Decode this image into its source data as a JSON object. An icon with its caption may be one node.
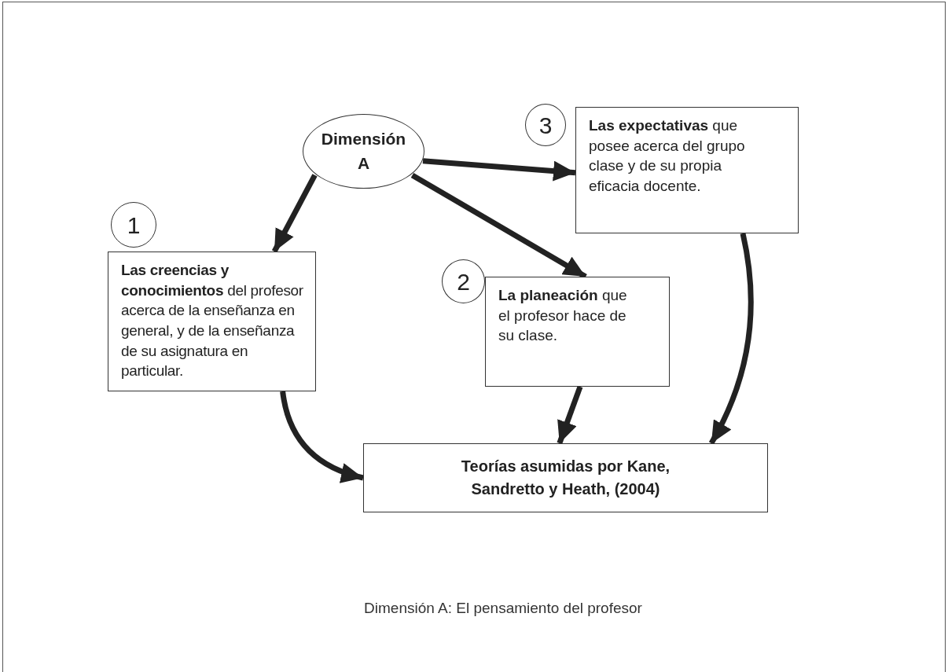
{
  "diagram": {
    "nodes": [
      {
        "text": [
          "Dimensión A"
        ]
      },
      {
        "text": [
          "1"
        ]
      },
      {
        "text": [
          "**Las creencias y conocimientos** del profesor acerca de la enseñanza en general, y de la enseñanza de su asignatura en particular."
        ]
      },
      {
        "text": [
          "2"
        ]
      },
      {
        "text": [
          "**La planeación** que el profesor hace de su clase."
        ]
      },
      {
        "text": [
          "3"
        ]
      },
      {
        "text": [
          "**Las expectativas** que posee acerca del grupo clase y de su propia eficacia docente."
        ]
      },
      {
        "text": [
          "Teorías asumidas por Kane, Sandretto y Heath, (2004)"
        ]
      }
    ],
    "edges": [
      {
        "from": 0,
        "to": 2,
        "arrow": "to"
      },
      {
        "from": 0,
        "to": 4,
        "arrow": "to"
      },
      {
        "from": 0,
        "to": 6,
        "arrow": "to"
      },
      {
        "from": 2,
        "to": 7,
        "arrow": "to"
      },
      {
        "from": 4,
        "to": 7,
        "arrow": "to"
      },
      {
        "from": 6,
        "to": 7,
        "arrow": "to"
      }
    ],
    "caption": "Dimensión A: El pensamiento del profesor"
  }
}
